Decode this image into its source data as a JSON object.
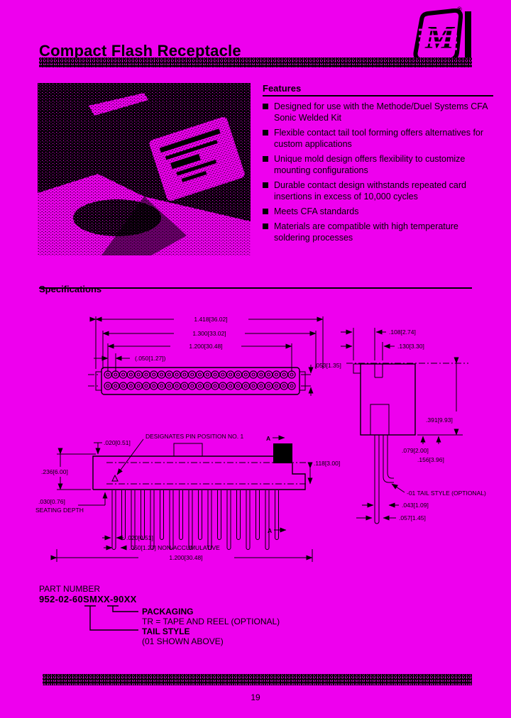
{
  "colors": {
    "background": "#ee00ee",
    "ink": "#000000"
  },
  "header": {
    "title": "Compact Flash Receptacle",
    "registered": "®",
    "logo": "methode-m-logo"
  },
  "photo": {
    "alt": "compact-flash-card-and-receptacle-photo"
  },
  "features": {
    "heading": "Features",
    "items": [
      "Designed for use with the Methode/Duel Systems CFA Sonic Welded Kit",
      "Flexible contact tail tool forming offers alternatives for custom applications",
      "Unique mold design offers flexibility to customize mounting configurations",
      "Durable contact design withstands repeated card insertions in excess of 10,000 cycles",
      "Meets CFA standards",
      "Materials are compatible with high temperature soldering processes"
    ]
  },
  "specs": {
    "heading": "Specifications"
  },
  "diagram": {
    "front_view": {
      "pins_per_row": 25,
      "dim_overall": "1.418[36.02]",
      "dim_outer": "1.300[33.02]",
      "dim_inner": "1.200[30.48]",
      "dim_pitch": "(.050[1.27])",
      "dim_row_spacing": ".053[1.35]"
    },
    "side_view": {
      "dim_top1": ".108[2.74]",
      "dim_top2": ".130[3.30]",
      "dim_height": ".391[9.93]",
      "dim_tail_a": ".079[2.00]",
      "dim_tail_b": ".156[3.96]",
      "tail_note": "-01 TAIL STYLE (OPTIONAL)",
      "dim_tail_w": ".043[1.09]",
      "dim_tail_d": ".057[1.45]"
    },
    "section_view": {
      "pin_count": 18,
      "dim_lip": ".020[0.51]",
      "pin1_note": "DESIGNATES PIN POSITION NO. 1",
      "dim_height": ".236[6.00]",
      "dim_seating": ".030[0.76]",
      "seating_label": "SEATING DEPTH",
      "dim_tail_width": ".020[0.51]",
      "dim_pitch": ".050[1.27] NON-ACCUMULATIVE",
      "dim_span": "1.200[30.48]",
      "dim_offset": ".118[3.00]",
      "marker_a": "A"
    }
  },
  "part_number": {
    "heading": "PART NUMBER",
    "number": "952-02-60SMXX-90XX",
    "packaging_label": "PACKAGING",
    "packaging_desc": "TR = TAPE AND REEL (OPTIONAL)",
    "tail_label": "TAIL STYLE",
    "tail_desc": "(01 SHOWN ABOVE)"
  },
  "footer": {
    "page_number": "19"
  }
}
